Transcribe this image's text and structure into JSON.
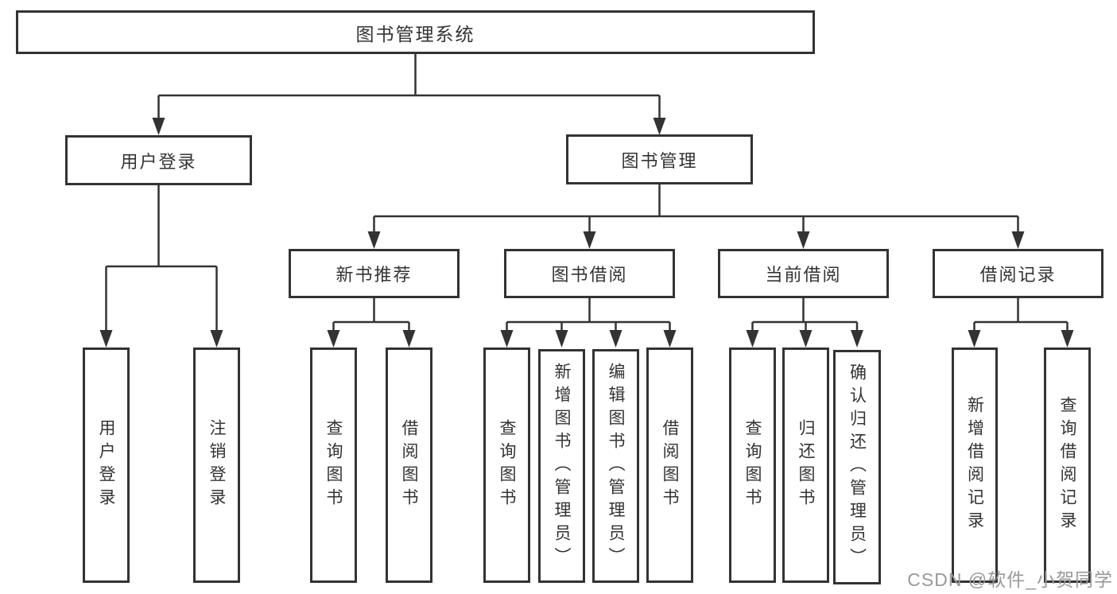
{
  "diagram": {
    "root": {
      "label": "图书管理系统",
      "children": [
        {
          "id": "user-login",
          "label": "用户登录",
          "children": [
            {
              "label": "用户登录"
            },
            {
              "label": "注销登录"
            }
          ]
        },
        {
          "id": "book-management",
          "label": "图书管理",
          "children": [
            {
              "id": "new-book-recommendation",
              "label": "新书推荐",
              "children": [
                {
                  "label": "查询图书"
                },
                {
                  "label": "借阅图书"
                }
              ]
            },
            {
              "id": "book-borrowing",
              "label": "图书借阅",
              "children": [
                {
                  "label": "查询图书"
                },
                {
                  "label": "新增图书（管理员）"
                },
                {
                  "label": "编辑图书（管理员）"
                },
                {
                  "label": "借阅图书"
                }
              ]
            },
            {
              "id": "current-borrowing",
              "label": "当前借阅",
              "children": [
                {
                  "label": "查询图书"
                },
                {
                  "label": "归还图书"
                },
                {
                  "label": "确认归还（管理员）"
                }
              ]
            },
            {
              "id": "borrowing-records",
              "label": "借阅记录",
              "children": [
                {
                  "label": "新增借阅记录"
                },
                {
                  "label": "查询借阅记录"
                }
              ]
            }
          ]
        }
      ]
    }
  },
  "watermark": {
    "text": "CSDN @软件_小贺同学"
  },
  "colors": {
    "line": "#333333",
    "box_border": "#333333",
    "text": "#333333",
    "watermark": "#999999",
    "background": "#ffffff"
  }
}
